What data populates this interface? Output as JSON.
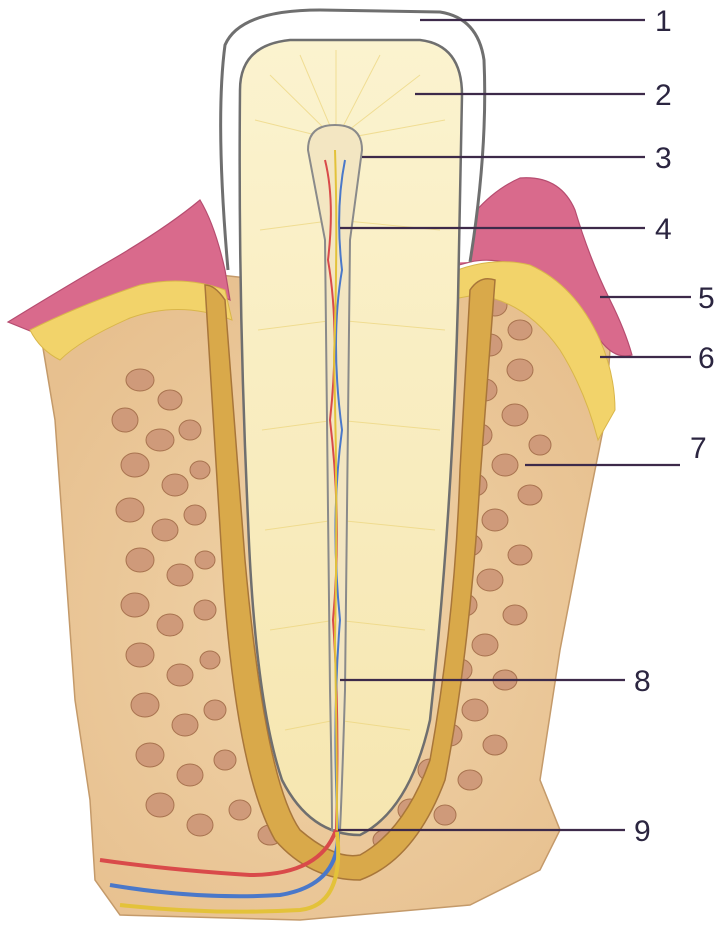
{
  "diagram": {
    "labels": [
      {
        "id": "1",
        "text": "1"
      },
      {
        "id": "2",
        "text": "2"
      },
      {
        "id": "3",
        "text": "3"
      },
      {
        "id": "4",
        "text": "4"
      },
      {
        "id": "5",
        "text": "5"
      },
      {
        "id": "6",
        "text": "6"
      },
      {
        "id": "7",
        "text": "7"
      },
      {
        "id": "8",
        "text": "8"
      },
      {
        "id": "9",
        "text": "9"
      }
    ]
  },
  "colors": {
    "outline": "#6f6f6f",
    "dentin": "#f7ecbf",
    "pulp_canal": "#efe2b8",
    "bone": "#e8c39a",
    "bone_trabeculae": "#cf9a7a",
    "gingiva": "#d96a8c",
    "gingiva_inner": "#f2d36a",
    "periodontal_ligament": "#d9a94a",
    "artery": "#d94a4a",
    "vein": "#4a78c9",
    "nerve": "#e3c23a",
    "leader_line": "#3d2a4a"
  }
}
